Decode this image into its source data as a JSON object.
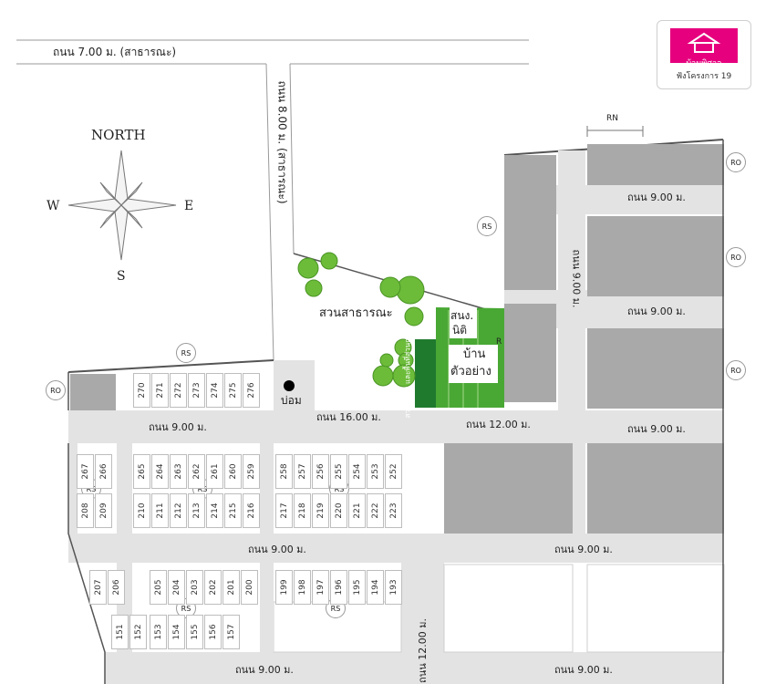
{
  "roads": {
    "top": "ถนน 7.00 ม. (สาธารณะ)",
    "vertical_public": "ถนน 8.00 ม. (สาธารณะ)",
    "main": "ถนน 16.00 ม.",
    "main_right": "ถนน 12.00 ม.",
    "left_row1": "ถนน 9.00 ม.",
    "right_row1": "ถนน 9.00 ม.",
    "right_row2": "ถนน 9.00 ม.",
    "right_row3": "ถนน 9.00 ม.",
    "mid_left": "ถนน 9.00 ม.",
    "mid_right": "ถนน 9.00 ม.",
    "bottom_left": "ถนน 9.00 ม.",
    "bottom_right": "ถนน 9.00 ม.",
    "right_vertical": "ถนน 9.00 ม.",
    "bottom_vertical": "ถนน 12.00 ม."
  },
  "compass": {
    "north": "NORTH",
    "west": "W",
    "east": "E",
    "south": "S"
  },
  "labels": {
    "park": "สวนสาธารณะ",
    "office_line1": "สนง.",
    "office_line2": "นิติ",
    "model_line1": "บ้าน",
    "model_line2": "ตัวอย่าง",
    "pond": "บ่อม",
    "club": "สวนหย่อม และพื้นที่ส่วนกลาง",
    "r_marker": "R"
  },
  "markers": {
    "rs": "RS",
    "ro": "RO",
    "rn": "RN"
  },
  "logo": {
    "brand": "บ้านพิศาล",
    "caption": "ฟังโครงการ 19"
  },
  "lots": {
    "row_a": [
      "270",
      "271",
      "272",
      "273",
      "274",
      "275",
      "276"
    ],
    "row_b_left_top": [
      "267",
      "266"
    ],
    "row_b_left_bottom": [
      "208",
      "209"
    ],
    "row_b_mid_top": [
      "265",
      "264",
      "263",
      "262",
      "261",
      "260",
      "259"
    ],
    "row_b_mid_bottom": [
      "210",
      "211",
      "212",
      "213",
      "214",
      "215",
      "216"
    ],
    "row_b_right_top": [
      "258",
      "257",
      "256",
      "255",
      "254",
      "253",
      "252"
    ],
    "row_b_right_bottom": [
      "217",
      "218",
      "219",
      "220",
      "221",
      "222",
      "223"
    ],
    "row_c_left": [
      "207",
      "206"
    ],
    "row_c_mid": [
      "205",
      "204",
      "203",
      "202",
      "201",
      "200"
    ],
    "row_c_right": [
      "199",
      "198",
      "197",
      "196",
      "195",
      "194",
      "193"
    ],
    "row_d_left": [
      "151",
      "152"
    ],
    "row_d_mid": [
      "153",
      "154",
      "155",
      "156",
      "157"
    ]
  },
  "colors": {
    "road": "#e3e3e3",
    "block": "#a9a9a9",
    "green": "#49a834",
    "green_dark": "#1f7a2e",
    "tree": "#6cbc3a",
    "pink": "#e6007e"
  }
}
